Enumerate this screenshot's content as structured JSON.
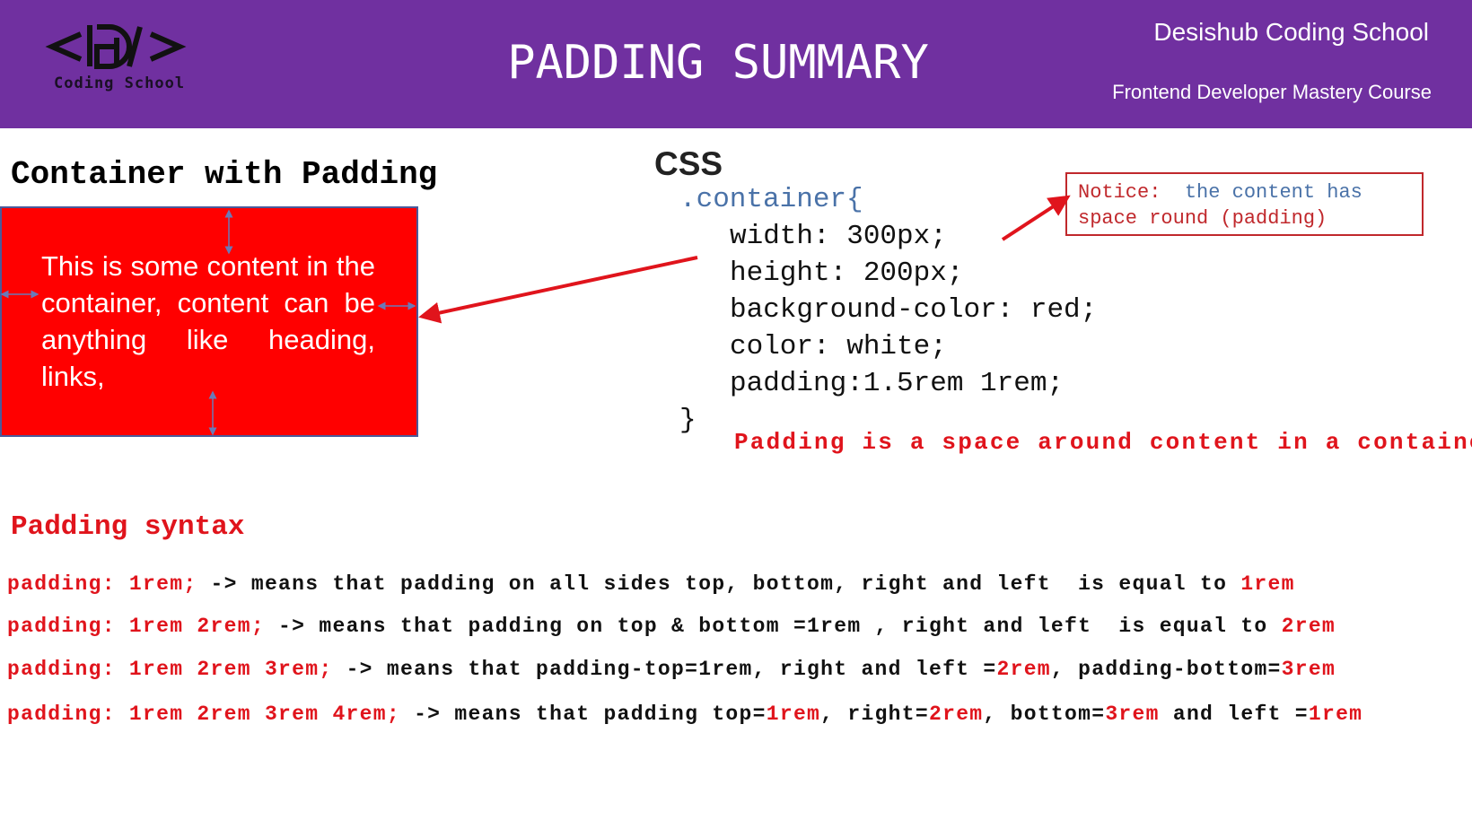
{
  "header": {
    "logo_text": "Coding School",
    "title": "PADDING SUMMARY",
    "school": "Desishub Coding School",
    "course": "Frontend Developer Mastery Course"
  },
  "colors": {
    "header_bg": "#7030a0",
    "accent_red": "#e0141c",
    "selector_blue": "#4a72a8"
  },
  "demo": {
    "heading": "Container with Padding",
    "box_text": "This is some content in the container, content can be anything like heading, links,"
  },
  "css": {
    "heading": "CSS",
    "selector": ".container{",
    "lines": [
      "width: 300px;",
      "height: 200px;",
      "background-color: red;",
      "color: white;",
      "padding:1.5rem 1rem;"
    ],
    "close": "}",
    "note": "Padding is a space around content in a container"
  },
  "notice": {
    "label": "Notice:",
    "text1": "  the content has",
    "text2": "space round (padding)"
  },
  "syntax": {
    "heading": "Padding syntax",
    "rules": [
      [
        {
          "t": "padding: 1rem;",
          "r": true
        },
        {
          "t": " -> means that padding on all sides top, bottom, right and left  is equal to "
        },
        {
          "t": "1rem",
          "r": true
        }
      ],
      [
        {
          "t": "padding: 1rem 2rem;",
          "r": true
        },
        {
          "t": " -> means that padding on top & bottom =1rem , right and left  is equal to "
        },
        {
          "t": "2rem",
          "r": true
        }
      ],
      [
        {
          "t": "padding: 1rem 2rem 3rem;",
          "r": true
        },
        {
          "t": " -> means that padding-top=1rem, right and left ="
        },
        {
          "t": "2rem",
          "r": true
        },
        {
          "t": ", padding-bottom="
        },
        {
          "t": "3rem",
          "r": true
        }
      ],
      [
        {
          "t": "padding: 1rem 2rem 3rem 4rem;",
          "r": true
        },
        {
          "t": " -> means that padding top="
        },
        {
          "t": "1rem",
          "r": true
        },
        {
          "t": ", right="
        },
        {
          "t": "2rem",
          "r": true
        },
        {
          "t": ", bottom="
        },
        {
          "t": "3rem",
          "r": true
        },
        {
          "t": " and left ="
        },
        {
          "t": "1rem",
          "r": true
        }
      ]
    ]
  }
}
